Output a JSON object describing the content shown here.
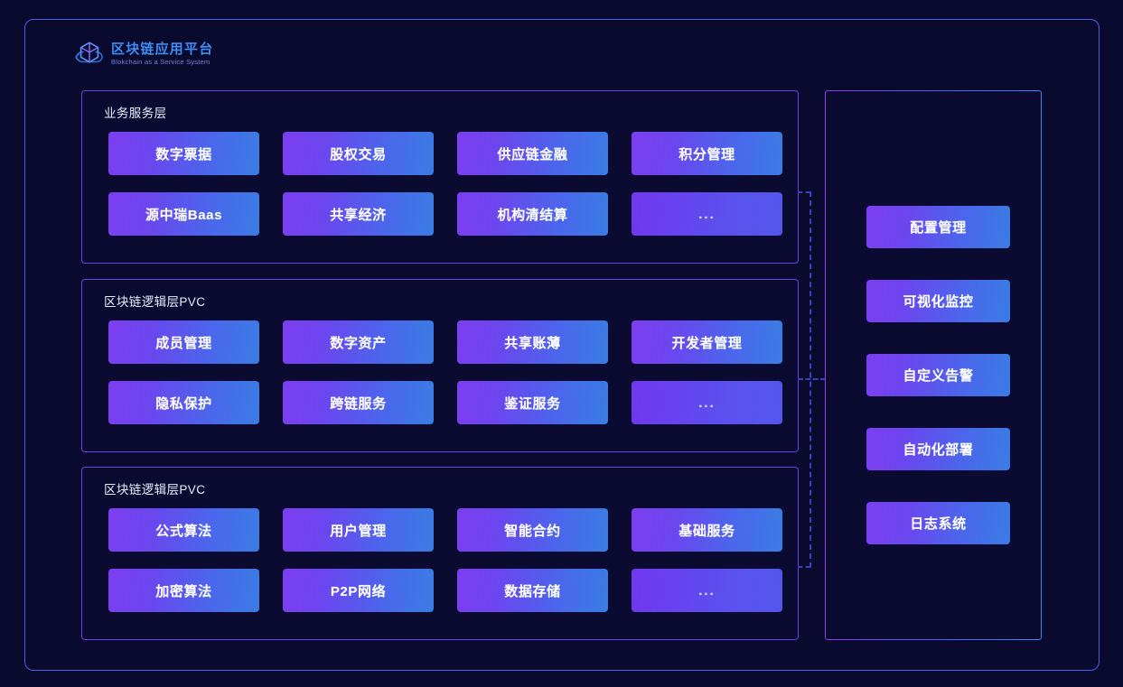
{
  "brand": {
    "icon": "cube-cloud-logo-icon",
    "title": "区块链应用平台",
    "subtitle": "Blokchain as a Service System",
    "title_color": "#3d8df5",
    "subtitle_color": "#6f7fd8"
  },
  "theme": {
    "background": "#0a0a2e",
    "outer_border": "#4f5ee8",
    "panel_border": "#7141e0",
    "chip_gradient_from": "#7c3ef0",
    "chip_gradient_to": "#3a7ce4",
    "connector_dash": "#3a3fbb",
    "text_primary": "#e8ebfb",
    "chip_text": "#ffffff"
  },
  "layers": [
    {
      "title": "业务服务层",
      "items": [
        {
          "label": "数字票据",
          "muted": false
        },
        {
          "label": "股权交易",
          "muted": false
        },
        {
          "label": "供应链金融",
          "muted": false
        },
        {
          "label": "积分管理",
          "muted": false
        },
        {
          "label": "源中瑞Baas",
          "muted": false
        },
        {
          "label": "共享经济",
          "muted": false
        },
        {
          "label": "机构清结算",
          "muted": false
        },
        {
          "label": "...",
          "muted": true
        }
      ]
    },
    {
      "title": "区块链逻辑层PVC",
      "items": [
        {
          "label": "成员管理",
          "muted": false
        },
        {
          "label": "数字资产",
          "muted": false
        },
        {
          "label": "共享账薄",
          "muted": false
        },
        {
          "label": "开发者管理",
          "muted": false
        },
        {
          "label": "隐私保护",
          "muted": false
        },
        {
          "label": "跨链服务",
          "muted": false
        },
        {
          "label": "鉴证服务",
          "muted": false
        },
        {
          "label": "...",
          "muted": true
        }
      ]
    },
    {
      "title": "区块链逻辑层PVC",
      "items": [
        {
          "label": "公式算法",
          "muted": false
        },
        {
          "label": "用户管理",
          "muted": false
        },
        {
          "label": "智能合约",
          "muted": false
        },
        {
          "label": "基础服务",
          "muted": false
        },
        {
          "label": "加密算法",
          "muted": false
        },
        {
          "label": "P2P网络",
          "muted": false
        },
        {
          "label": "数据存储",
          "muted": false
        },
        {
          "label": "...",
          "muted": true
        }
      ]
    }
  ],
  "side_panel": {
    "items": [
      {
        "label": "配置管理"
      },
      {
        "label": "可视化监控"
      },
      {
        "label": "自定义告警"
      },
      {
        "label": "自动化部署"
      },
      {
        "label": "日志系统"
      }
    ]
  }
}
